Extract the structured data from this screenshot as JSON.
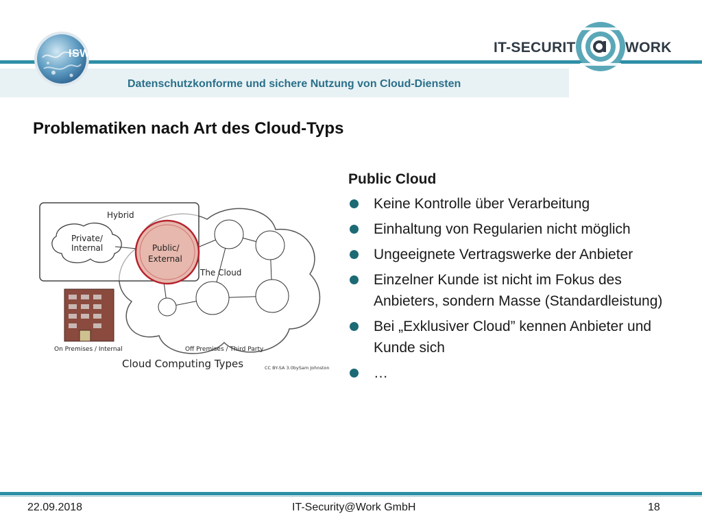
{
  "header": {
    "isw_label": "ISW",
    "brand_left": "IT-SECURITY",
    "brand_right": "WORK",
    "subtitle": "Datenschutzkonforme und sichere Nutzung von Cloud-Diensten"
  },
  "slide": {
    "title": "Problematiken nach Art des Cloud-Typs"
  },
  "diagram": {
    "hybrid_label": "Hybrid",
    "private_line1": "Private/",
    "private_line2": "Internal",
    "public_line1": "Public/",
    "public_line2": "External",
    "cloud_label": "The Cloud",
    "on_premises": "On Premises / Internal",
    "off_premises": "Off Premises / Third Party",
    "caption": "Cloud Computing Types",
    "credit": "CC BY-SA 3.0bySam Johnston",
    "colors": {
      "public_fill": "#e7b8ad",
      "public_stroke": "#b5232d",
      "building": "#8a4a3e"
    }
  },
  "content": {
    "heading": "Public Cloud",
    "bullets": [
      "Keine Kontrolle über Verarbeitung",
      "Einhaltung von Regularien nicht möglich",
      "Ungeeignete Vertragswerke der Anbieter",
      "Einzelner Kunde ist nicht im Fokus des Anbieters, sondern Masse (Standardleistung)",
      "Bei „Exklusiver Cloud” kennen Anbieter und Kunde sich",
      "…"
    ]
  },
  "footer": {
    "date": "22.09.2018",
    "company": "IT-Security@Work GmbH",
    "page": "18"
  },
  "theme": {
    "accent": "#2e8fa6",
    "subtitle_color": "#2a6f8a",
    "bullet_color": "#1b6a74"
  }
}
